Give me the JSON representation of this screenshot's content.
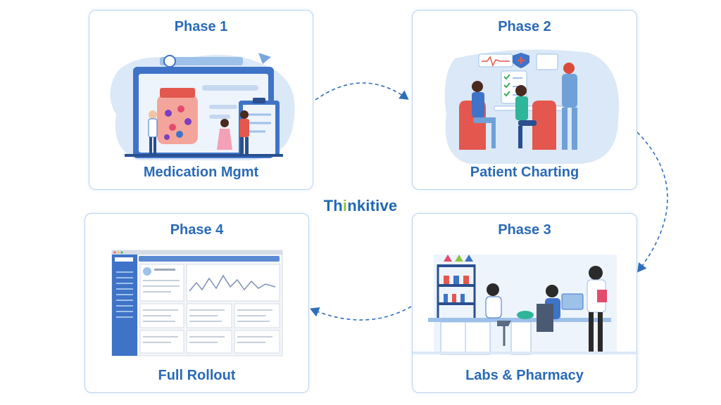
{
  "brand": {
    "name": "Thinkitive"
  },
  "phases": [
    {
      "phase": "Phase 1",
      "title": "Medication Mgmt",
      "illustration": "medication-illustration"
    },
    {
      "phase": "Phase 2",
      "title": "Patient Charting",
      "illustration": "patient-charting-illustration"
    },
    {
      "phase": "Phase 3",
      "title": "Labs & Pharmacy",
      "illustration": "labs-pharmacy-illustration"
    },
    {
      "phase": "Phase 4",
      "title": "Full Rollout",
      "illustration": "dashboard-screenshot-illustration"
    }
  ],
  "flow": [
    "Phase 1",
    "Phase 2",
    "Phase 3",
    "Phase 4"
  ],
  "colors": {
    "accent": "#2a6ab7",
    "border": "#b9d3ee",
    "arrow": "#2f6fb8",
    "brand_dot": "#8cc63f"
  }
}
